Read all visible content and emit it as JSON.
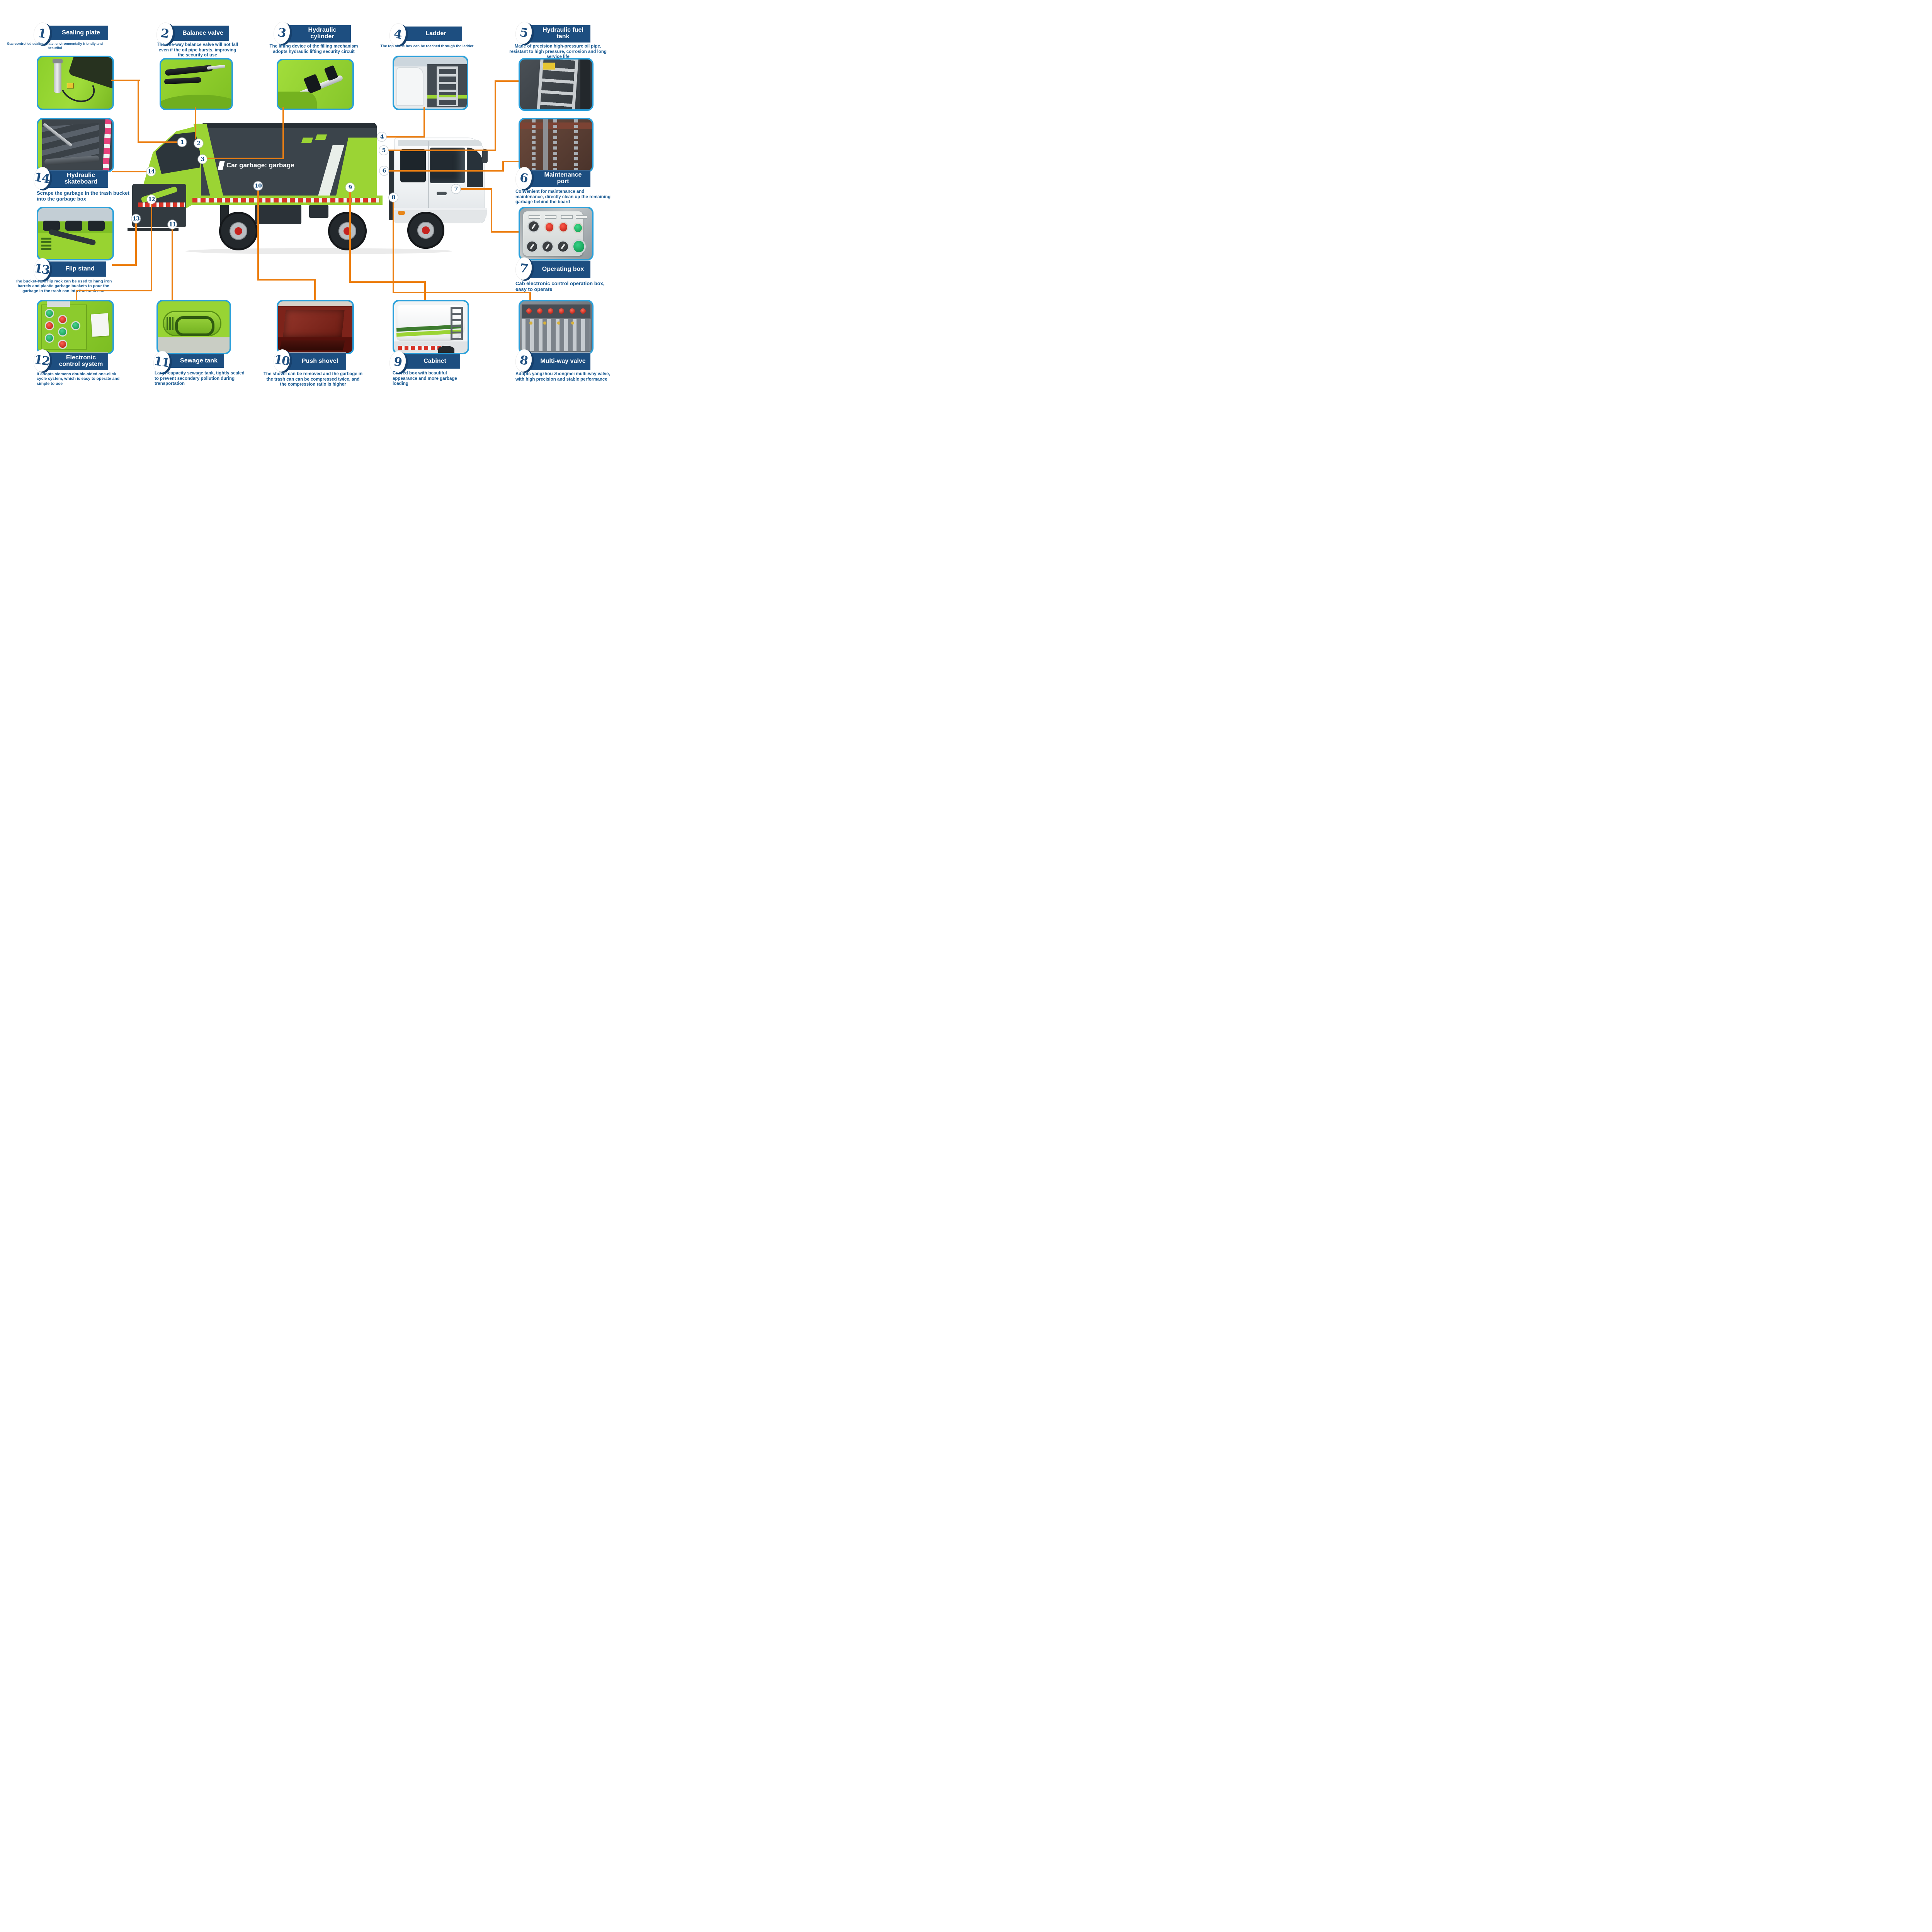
{
  "colors": {
    "header_blue": "#1d4e80",
    "text_blue": "#1a5a92",
    "connector_orange": "#ec7f12",
    "photo_border_blue": "#2aa0dc",
    "truck_green": "#9bd434",
    "box_dark": "#3b444b"
  },
  "truck": {
    "body_text": "Car garbage: garbage"
  },
  "callouts": [
    {
      "num": "1",
      "title": "Sealing plate",
      "desc": "Gas-controlled sealing plate, environmentally friendly and beautiful"
    },
    {
      "num": "2",
      "title": "Balance valve",
      "desc": "The one-way balance valve will not fall even if the oil pipe bursts, improving the security of use"
    },
    {
      "num": "3",
      "title": "Hydraulic cylinder",
      "desc": "The lifting device of the filling mechanism adopts hydraulic lifting security circuit"
    },
    {
      "num": "4",
      "title": "Ladder",
      "desc": "The top of the box can be reached through the ladder"
    },
    {
      "num": "5",
      "title": "Hydraulic fuel tank",
      "desc": "Made of precision high-pressure oil pipe, resistant to high pressure, corrosion and long service life"
    },
    {
      "num": "6",
      "title": "Maintenance port",
      "desc": "Convenient for maintenance and maintenance, directly clean up the remaining garbage behind the board"
    },
    {
      "num": "7",
      "title": "Operating box",
      "desc": "Cab electronic control operation box, easy to operate"
    },
    {
      "num": "8",
      "title": "Multi-way valve",
      "desc": "Adopts yangzhou zhongmei multi-way valve, with high precision and stable performance"
    },
    {
      "num": "9",
      "title": "Cabinet",
      "desc": "Curved box with beautiful appearance and more garbage loading"
    },
    {
      "num": "10",
      "title": "Push shovel",
      "desc": "The shovel can be removed and the garbage in the trash can can be compressed twice, and the compression ratio is higher"
    },
    {
      "num": "11",
      "title": "Sewage tank",
      "desc": "Large-capacity sewage tank, tightly sealed to prevent secondary pollution during transportation"
    },
    {
      "num": "12",
      "title": "Electronic control system",
      "desc": "It adopts siemens double-sided one-click cycle system, which is easy to operate and simple to use"
    },
    {
      "num": "13",
      "title": "Flip stand",
      "desc": "The bucket-type flip rack can be used to hang iron barrels and plastic garbage buckets to pour the garbage in the trash can into the trash can"
    },
    {
      "num": "14",
      "title": "Hydraulic skateboard",
      "desc": "Scrape the garbage in the trash bucket into the garbage box"
    }
  ]
}
